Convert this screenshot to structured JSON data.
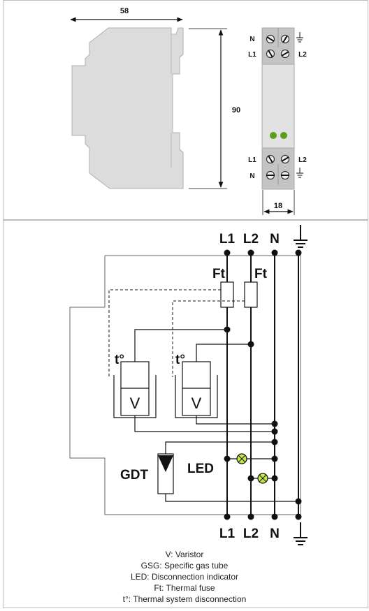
{
  "top_drawing": {
    "width_dim": "58",
    "height_dim": "90",
    "module_dim": "18",
    "terminals_top": {
      "n": "N",
      "l1": "L1",
      "l2": "L2",
      "ground": "⏚"
    },
    "terminals_bottom": {
      "l1": "L1",
      "l2": "L2",
      "n": "N",
      "ground": "⏚"
    },
    "led_color": "#5a9e1a"
  },
  "schematic": {
    "top_labels": {
      "l1": "L1",
      "l2": "L2",
      "n": "N"
    },
    "bottom_labels": {
      "l1": "L1",
      "l2": "L2",
      "n": "N"
    },
    "fuse_label_1": "Ft",
    "fuse_label_2": "Ft",
    "thermal_label_1": "t°",
    "thermal_label_2": "t°",
    "varistor_label_1": "V",
    "varistor_label_2": "V",
    "gdt_label": "GDT",
    "led_label": "LED",
    "led_color": "#c6e84a"
  },
  "legend": [
    "V: Varistor",
    "GSG: Specific gas tube",
    "LED: Disconnection indicator",
    "Ft: Thermal fuse",
    "t°: Thermal system disconnection"
  ]
}
